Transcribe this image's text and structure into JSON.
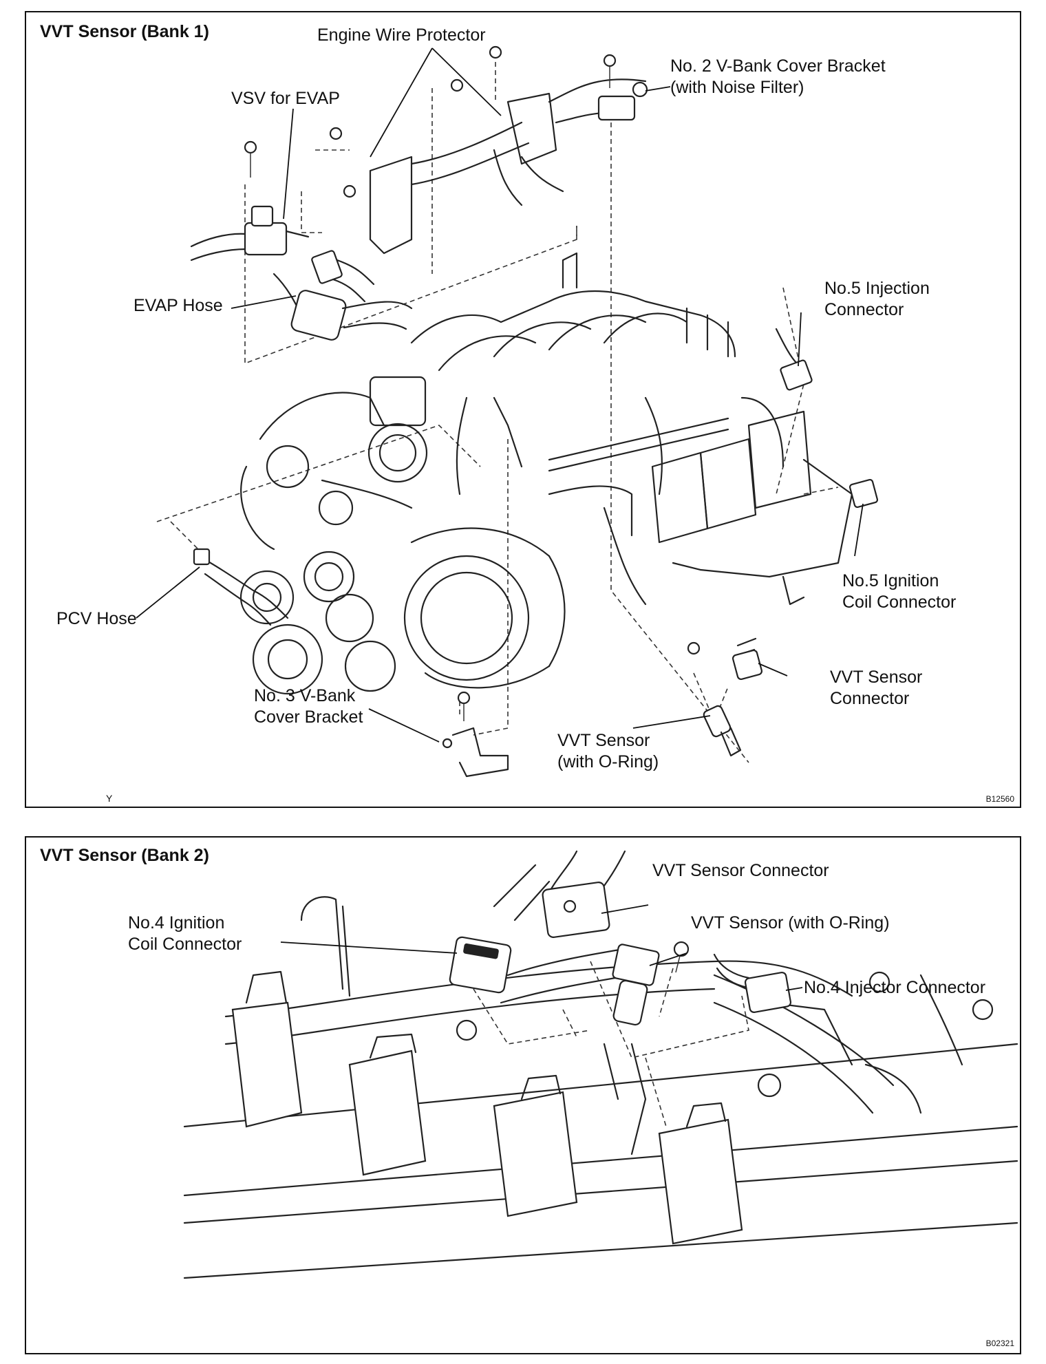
{
  "panel_bank1": {
    "title": "VVT Sensor (Bank 1)",
    "labels": {
      "engine_wire_protector": "Engine Wire Protector",
      "no2_vbank_bracket_l1": "No. 2 V-Bank Cover Bracket",
      "no2_vbank_bracket_l2": "(with Noise Filter)",
      "vsv_for_evap": "VSV for EVAP",
      "evap_hose": "EVAP Hose",
      "no5_injection_l1": "No.5 Injection",
      "no5_injection_l2": "Connector",
      "no5_ignition_l1": "No.5 Ignition",
      "no5_ignition_l2": "Coil Connector",
      "pcv_hose": "PCV Hose",
      "vvt_connector_l1": "VVT Sensor",
      "vvt_connector_l2": "Connector",
      "no3_vbank_l1": "No. 3 V-Bank",
      "no3_vbank_l2": "Cover Bracket",
      "vvt_sensor_l1": "VVT Sensor",
      "vvt_sensor_l2": "(with O-Ring)"
    },
    "corner_mark": "Y",
    "figure_code": "B12560"
  },
  "panel_bank2": {
    "title": "VVT Sensor (Bank 2)",
    "labels": {
      "vvt_sensor_connector": "VVT Sensor Connector",
      "vvt_sensor_oring": "VVT Sensor (with O-Ring)",
      "no4_ignition_l1": "No.4 Ignition",
      "no4_ignition_l2": "Coil Connector",
      "no4_injector": "No.4 Injector Connector"
    },
    "figure_code": "B02321"
  }
}
